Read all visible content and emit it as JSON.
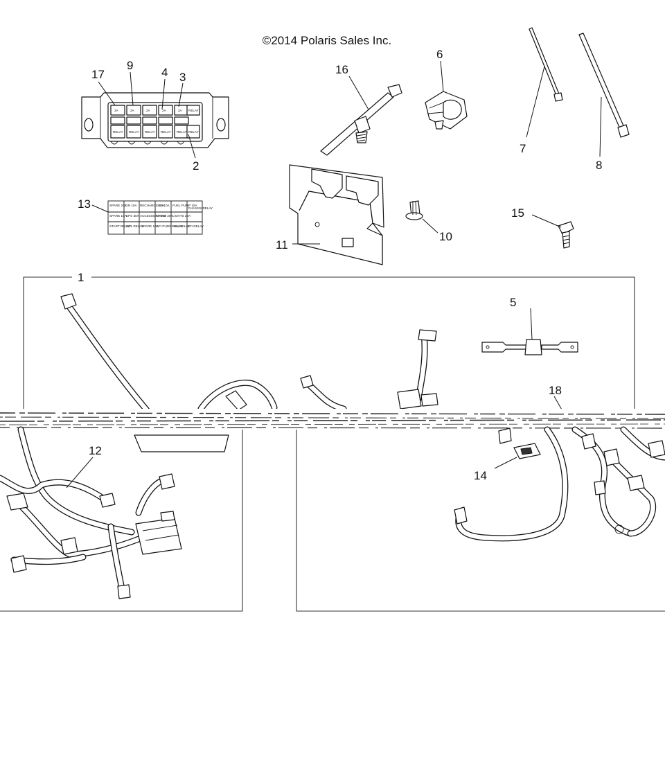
{
  "copyright": "©2014 Polaris Sales Inc.",
  "callouts": {
    "c1": "1",
    "c2": "2",
    "c3": "3",
    "c4": "4",
    "c5": "5",
    "c6": "6",
    "c7": "7",
    "c8": "8",
    "c9": "9",
    "c10": "10",
    "c11": "11",
    "c12": "12",
    "c13": "13",
    "c14": "14",
    "c15": "15",
    "c16": "16",
    "c17": "17",
    "c18": "18"
  },
  "fuse_box_labels": {
    "r1": [
      "2A",
      "2A",
      "2A",
      "2A",
      "2A",
      "RELAY"
    ],
    "r2": [
      "RELAY",
      "RELAY",
      "RELAY",
      "RELAY",
      "RELAY",
      "RELAY"
    ]
  },
  "decal": {
    "row1": [
      "SPARE 20A",
      "IGN 15A",
      "RECHARGE 10A",
      "EFI 10A",
      "FUEL PUMP 10A",
      "CHASSIS RELAY"
    ],
    "row2": [
      "SPARE 10A",
      "EPS 30A",
      "ACCESSORY 20A",
      "DRIVE 20A",
      "LIGHTS 20A",
      ""
    ],
    "row3": [
      "START RELAY",
      "EPS RELAY",
      "SPARE 10A",
      "EFI PUMP RELAY",
      "FAN RELAY",
      "EFI RELAY"
    ]
  }
}
